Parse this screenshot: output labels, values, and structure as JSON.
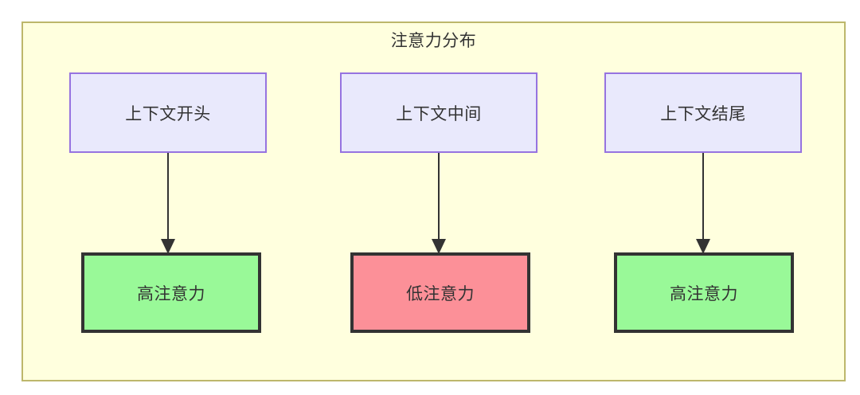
{
  "diagram": {
    "title": "注意力分布",
    "colors": {
      "cluster_background": "#FFFFDE",
      "cluster_border": "#BDB76B",
      "source_fill": "#E9E9FC",
      "source_border": "#9673E0",
      "high_attention_fill": "#99F998",
      "low_attention_fill": "#FC9098",
      "result_border": "#333333",
      "edge": "#333333",
      "text": "#333333"
    },
    "columns": [
      {
        "id": "context-start",
        "source_label": "上下文开头",
        "result_label": "高注意力",
        "result_kind": "high"
      },
      {
        "id": "context-middle",
        "source_label": "上下文中间",
        "result_label": "低注意力",
        "result_kind": "low"
      },
      {
        "id": "context-end",
        "source_label": "上下文结尾",
        "result_label": "高注意力",
        "result_kind": "high"
      }
    ],
    "edges": [
      {
        "from": "上下文开头",
        "to": "高注意力",
        "arrow": "down"
      },
      {
        "from": "上下文中间",
        "to": "低注意力",
        "arrow": "down"
      },
      {
        "from": "上下文结尾",
        "to": "高注意力",
        "arrow": "down"
      }
    ]
  }
}
